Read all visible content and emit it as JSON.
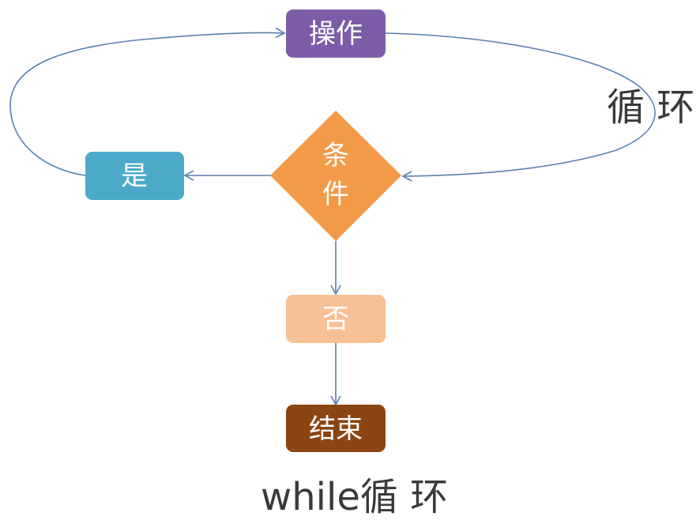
{
  "diagram": {
    "type": "flowchart",
    "caption": "while循 环",
    "loop_label": "循 环",
    "colors": {
      "action": "#7b5ea7",
      "condition": "#f39a48",
      "yes": "#4aaac8",
      "no": "#f8c095",
      "end": "#8b4513",
      "edge": "#5b7fb0",
      "text_light": "#ffffff",
      "caption_text": "#3a3a3a"
    },
    "nodes": [
      {
        "id": "action",
        "label": "操作",
        "shape": "rounded-rect"
      },
      {
        "id": "condition",
        "label_lines": [
          "条",
          "件"
        ],
        "shape": "diamond"
      },
      {
        "id": "yes",
        "label": "是",
        "shape": "rounded-rect"
      },
      {
        "id": "no",
        "label": "否",
        "shape": "rounded-rect"
      },
      {
        "id": "end",
        "label": "结束",
        "shape": "rounded-rect"
      }
    ],
    "edges": [
      {
        "from": "condition",
        "to": "yes"
      },
      {
        "from": "yes",
        "to": "action"
      },
      {
        "from": "action",
        "to": "condition",
        "label": "循 环"
      },
      {
        "from": "condition",
        "to": "no"
      },
      {
        "from": "no",
        "to": "end"
      }
    ]
  }
}
